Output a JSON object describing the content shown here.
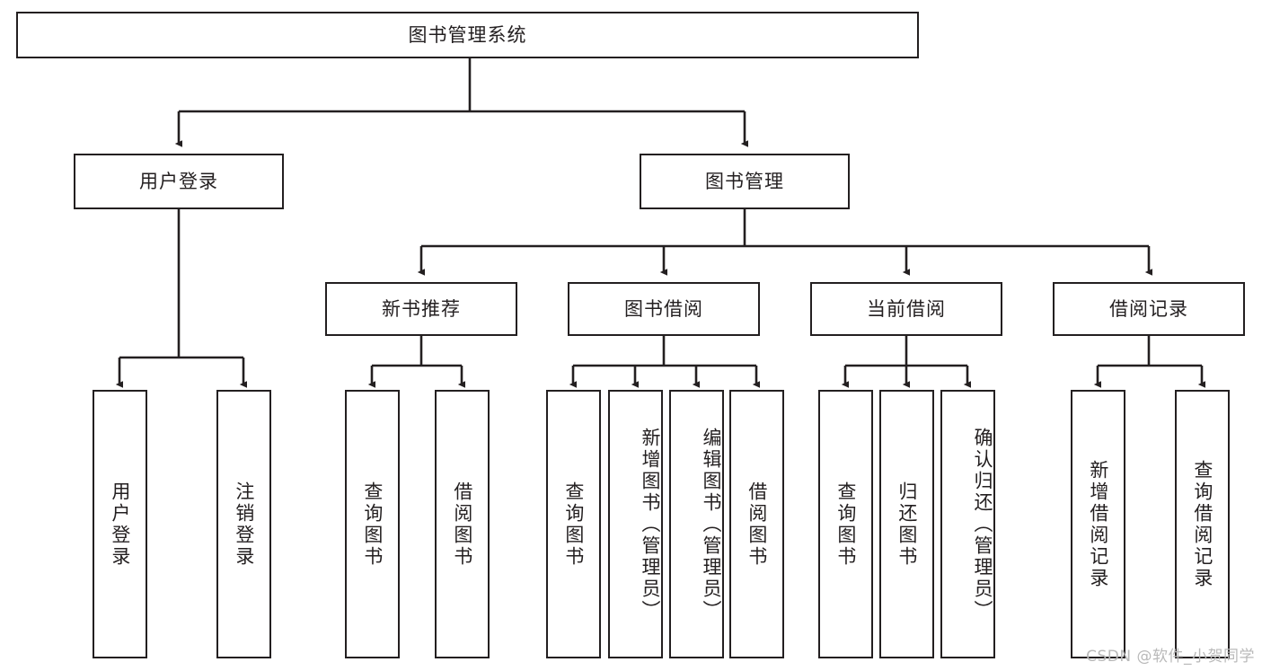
{
  "diagram": {
    "title": "图书管理系统",
    "type": "hierarchy-tree",
    "watermark": "CSDN @软件_小贺同学",
    "colors": {
      "stroke": "#231f20",
      "fill": "#ffffff",
      "background": "#ffffff",
      "watermark": "#b9b9b9"
    },
    "levels": {
      "root": {
        "label": "图书管理系统"
      },
      "level2": [
        {
          "label": "用户登录"
        },
        {
          "label": "图书管理"
        }
      ],
      "level3": [
        {
          "label": "新书推荐"
        },
        {
          "label": "图书借阅"
        },
        {
          "label": "当前借阅"
        },
        {
          "label": "借阅记录"
        }
      ],
      "leaves": {
        "user_login": [
          {
            "label": "用户登录"
          },
          {
            "label": "注销登录"
          }
        ],
        "new_book_recommend": [
          {
            "label": "查询图书"
          },
          {
            "label": "借阅图书"
          }
        ],
        "book_borrow": [
          {
            "label": "查询图书"
          },
          {
            "label": "新增图书（管理员）"
          },
          {
            "label": "编辑图书（管理员）"
          },
          {
            "label": "借阅图书"
          }
        ],
        "current_borrow": [
          {
            "label": "查询图书"
          },
          {
            "label": "归还图书"
          },
          {
            "label": "确认归还（管理员）"
          }
        ],
        "borrow_record": [
          {
            "label": "新增借阅记录"
          },
          {
            "label": "查询借阅记录"
          }
        ]
      }
    }
  }
}
